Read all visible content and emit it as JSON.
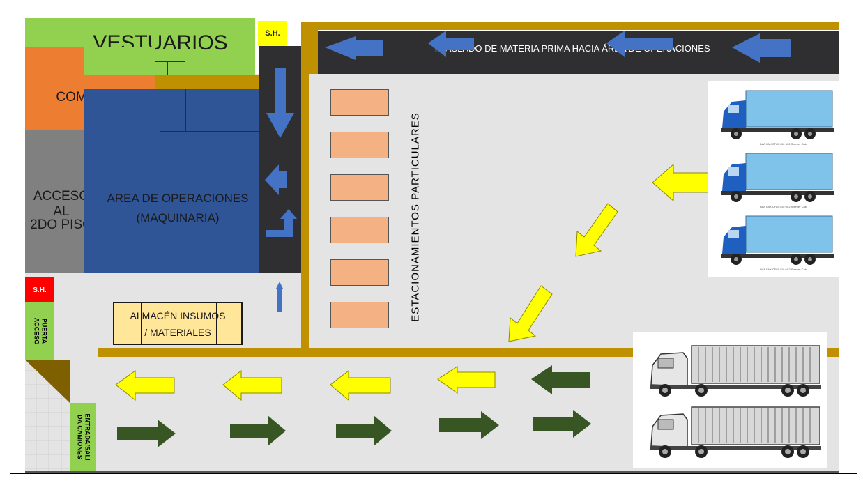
{
  "labels": {
    "vestuarios": "VESTUARIOS",
    "sh_top": "S.H.",
    "traslado": "TRASLADO DE MATERIA PRIMA HACIA ÁREA DE OPERACIONES",
    "comedor": "COMEDOR",
    "acceso_line1": "ACCESO AL",
    "acceso_line2": "2DO PISO",
    "operaciones_line1": "AREA DE OPERACIONES",
    "operaciones_line2": "(MAQUINARIA)",
    "sh_left": "S.H.",
    "puerta_line1": "PUERTA",
    "puerta_line2": "ACCESO",
    "almacen_line1": "ALMACÉN INSUMOS",
    "almacen_line2": "/ MATERIALES",
    "estacionamientos": "ESTACIONAMIENTOS PARTICULARES",
    "entrada_line1": "ENTRADA/SALI",
    "entrada_line2": "DA CAMIONES",
    "truck_caption": "DAF FAX CF85 410 6X2 Sleeper Cab"
  },
  "colors": {
    "vestuarios": "#92d050",
    "comedor": "#ed7d31",
    "acceso": "#808080",
    "operaciones": "#2f5597",
    "corridor_dark": "#3a3a3c",
    "wall_gold": "#bf9000",
    "yard": "#e4e4e4",
    "sh_top": "#ffff00",
    "sh_left": "#ff0000",
    "almacen": "#ffe699",
    "parking": "#f4b183",
    "arrow_blue": "#4472c4",
    "arrow_yellow": "#ffff00",
    "arrow_green": "#375623"
  }
}
